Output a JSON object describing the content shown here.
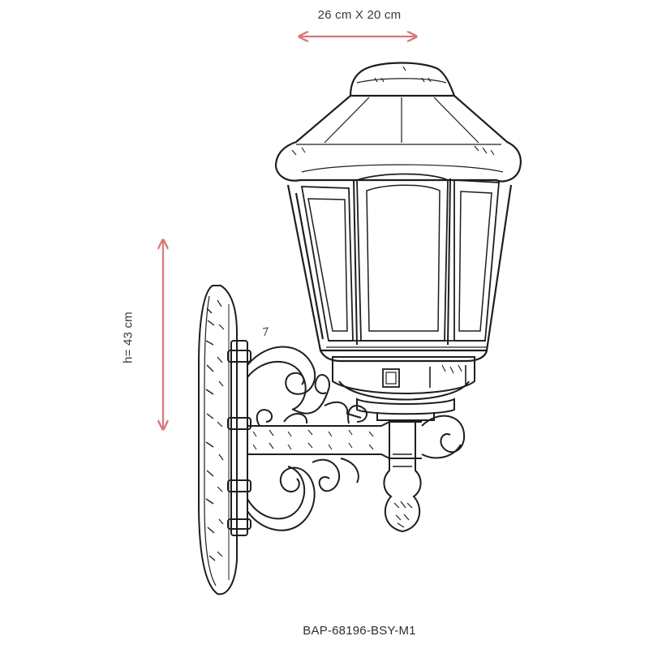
{
  "dimensions": {
    "width_label": "26 cm X 20 cm",
    "height_label": "h= 43 cm"
  },
  "product": {
    "model_code": "BAP-68196-BSY-M1"
  },
  "colors": {
    "arrow": "#d9777a",
    "ink": "#1e1e1e",
    "text": "#3a3a3a"
  }
}
